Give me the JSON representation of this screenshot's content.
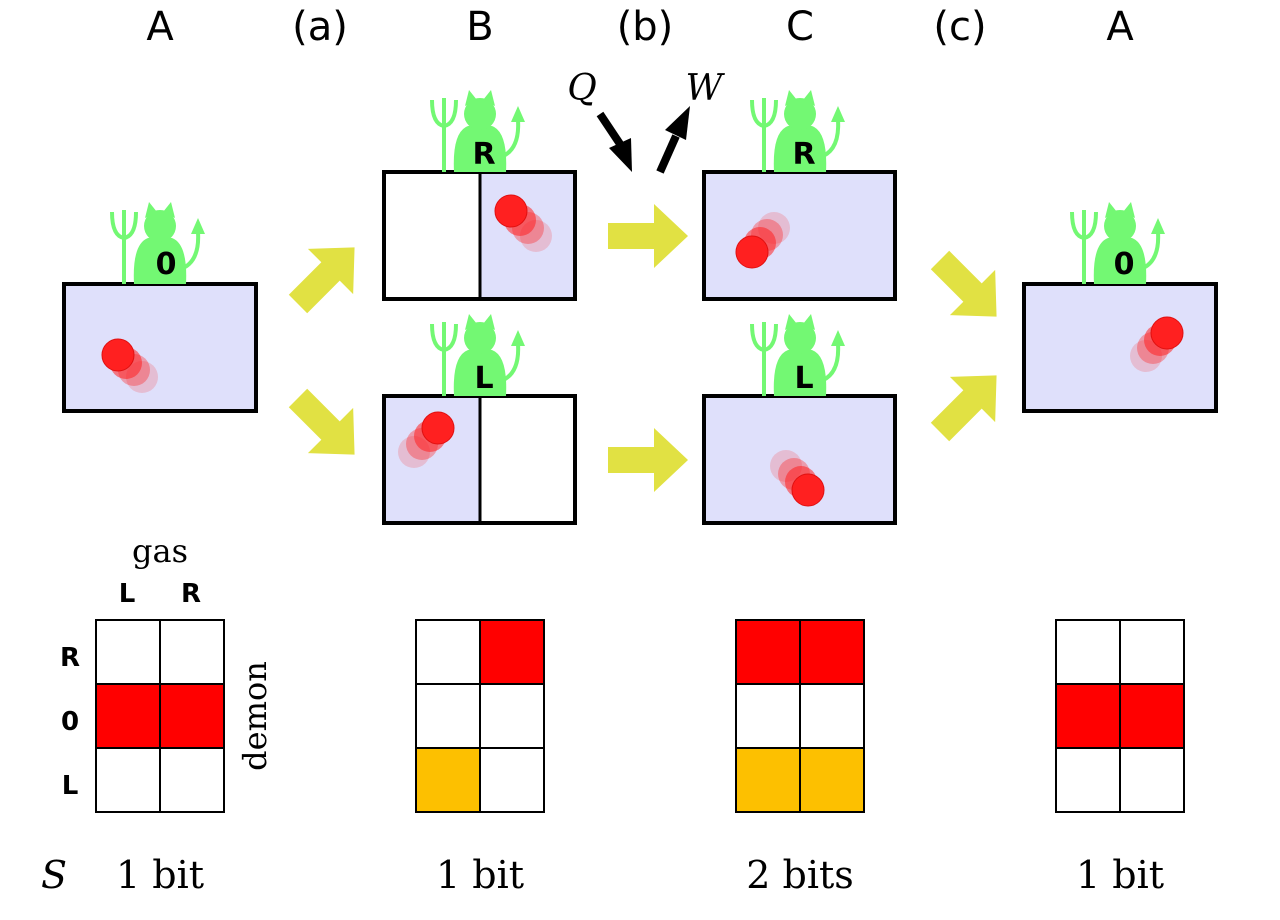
{
  "headers": [
    "A",
    "(a)",
    "B",
    "(b)",
    "C",
    "(c)",
    "A"
  ],
  "energy": {
    "heat": "Q",
    "work": "W"
  },
  "demon_states": {
    "none": "0",
    "right": "R",
    "left": "L"
  },
  "grid_axes": {
    "gas_title": "gas",
    "gas_cols": [
      "L",
      "R"
    ],
    "demon_title": "demon",
    "demon_rows": [
      "R",
      "0",
      "L"
    ]
  },
  "entropy": {
    "symbol": "S",
    "values": [
      "1 bit",
      "1 bit",
      "2 bits",
      "1 bit"
    ]
  },
  "grids": [
    {
      "cells": [
        "empty",
        "empty",
        "red",
        "red",
        "empty",
        "empty"
      ]
    },
    {
      "cells": [
        "empty",
        "red",
        "empty",
        "empty",
        "orange",
        "empty"
      ]
    },
    {
      "cells": [
        "red",
        "red",
        "empty",
        "empty",
        "orange",
        "orange"
      ]
    },
    {
      "cells": [
        "empty",
        "empty",
        "red",
        "red",
        "empty",
        "empty"
      ]
    }
  ],
  "colors": {
    "gas": "#dfe0fb",
    "molecule": "#ff2020",
    "demon": "#73f873",
    "arrow": "#e1e143",
    "cell_red": "#ff0000",
    "cell_orange": "#fdc000",
    "outline": "#000000"
  }
}
